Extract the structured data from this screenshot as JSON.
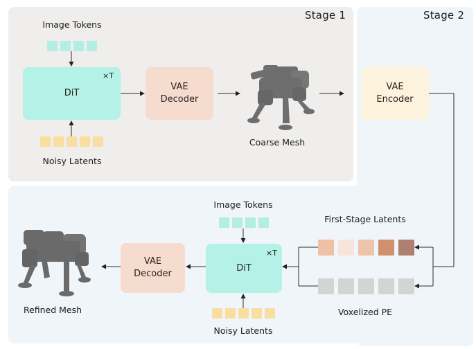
{
  "stage1": {
    "title": "Stage 1",
    "image_tokens_label": "Image Tokens",
    "dit_label": "DiT",
    "repeat_label": "×T",
    "noisy_latents_label": "Noisy Latents",
    "vae_decoder_label": "VAE\nDecoder",
    "coarse_mesh_label": "Coarse Mesh",
    "image_token_count": 4,
    "noisy_latent_count": 5
  },
  "stage2": {
    "title": "Stage 2",
    "vae_encoder_label": "VAE\nEncoder",
    "first_stage_latents_label": "First-Stage Latents",
    "voxelized_pe_label": "Voxelized PE",
    "image_tokens_label": "Image Tokens",
    "dit_label": "DiT",
    "repeat_label": "×T",
    "noisy_latents_label": "Noisy Latents",
    "vae_decoder_label": "VAE\nDecoder",
    "refined_mesh_label": "Refined Mesh",
    "image_token_count": 4,
    "noisy_latent_count": 5
  },
  "colors": {
    "stage1_bg": "#efeeed",
    "stage2_bg": "#f0f5f9",
    "dit": "#b4f1e6",
    "vae_decoder": "#f6dccf",
    "vae_encoder": "#fbf3dc",
    "image_token": "#b2eee2",
    "noisy_latent": "#f8dfa0",
    "first_stage_latents": [
      "#efc0a6",
      "#f8e4db",
      "#f0c4ab",
      "#d08f6f",
      "#ad8070"
    ],
    "voxelized_pe": "#d3d5d5"
  }
}
